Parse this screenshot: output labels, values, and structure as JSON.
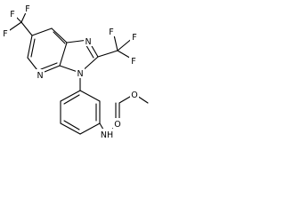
{
  "molecule": {
    "atoms": {
      "f_left_a": "F",
      "f_left_b": "F",
      "f_left_c": "F",
      "f_right_a": "F",
      "f_right_b": "F",
      "f_right_c": "F",
      "n_pyridine": "N",
      "n_imidazole": "N",
      "n_aryl": "N",
      "nh": "NH",
      "o_carbonyl": "O",
      "o_ester": "O"
    },
    "colors": {
      "ink": "#000000",
      "background": "#ffffff"
    }
  }
}
